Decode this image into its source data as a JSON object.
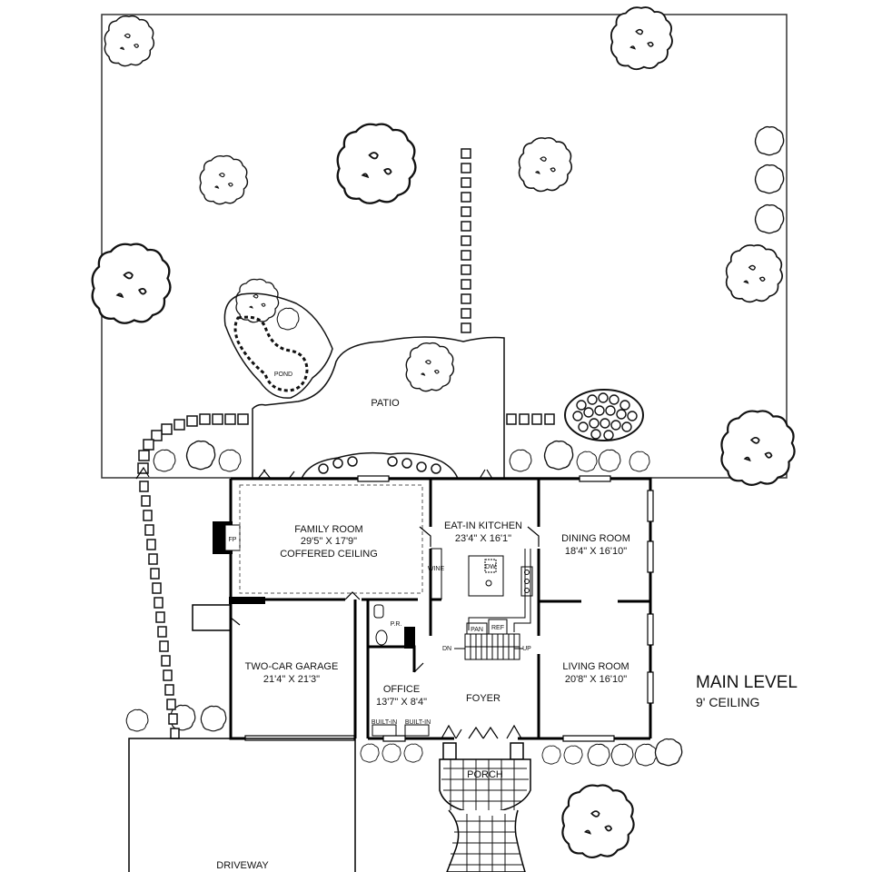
{
  "title": "MAIN LEVEL",
  "ceiling": "9' CEILING",
  "rooms": {
    "family_room": {
      "name": "FAMILY ROOM",
      "size": "29'5\" X 17'9\"",
      "note": "COFFERED CEILING"
    },
    "kitchen": {
      "name": "EAT-IN KITCHEN",
      "size": "23'4\" X 16'1\""
    },
    "dining": {
      "name": "DINING ROOM",
      "size": "18'4\" X 16'10\""
    },
    "living": {
      "name": "LIVING ROOM",
      "size": "20'8\" X 16'10\""
    },
    "garage": {
      "name": "TWO-CAR GARAGE",
      "size": "21'4\" X 21'3\""
    },
    "office": {
      "name": "OFFICE",
      "size": "13'7\" X 8'4\""
    },
    "foyer": {
      "name": "FOYER"
    },
    "porch": {
      "name": "PORCH"
    },
    "patio": {
      "name": "PATIO"
    },
    "pond": {
      "name": "POND"
    },
    "driveway": {
      "name": "DRIVEWAY"
    },
    "powder_room": {
      "name": "P.R."
    }
  },
  "fixtures": {
    "fireplace": "FP",
    "wine": "WINE",
    "dishwasher": "DW",
    "pantry": "PAN",
    "refrigerator": "REF",
    "stairs_down": "DN",
    "stairs_up": "UP",
    "builtin_left": "BUILT-IN",
    "builtin_right": "BUILT-IN"
  },
  "colors": {
    "line": "#111111",
    "wall": "#000000",
    "background": "#ffffff"
  }
}
